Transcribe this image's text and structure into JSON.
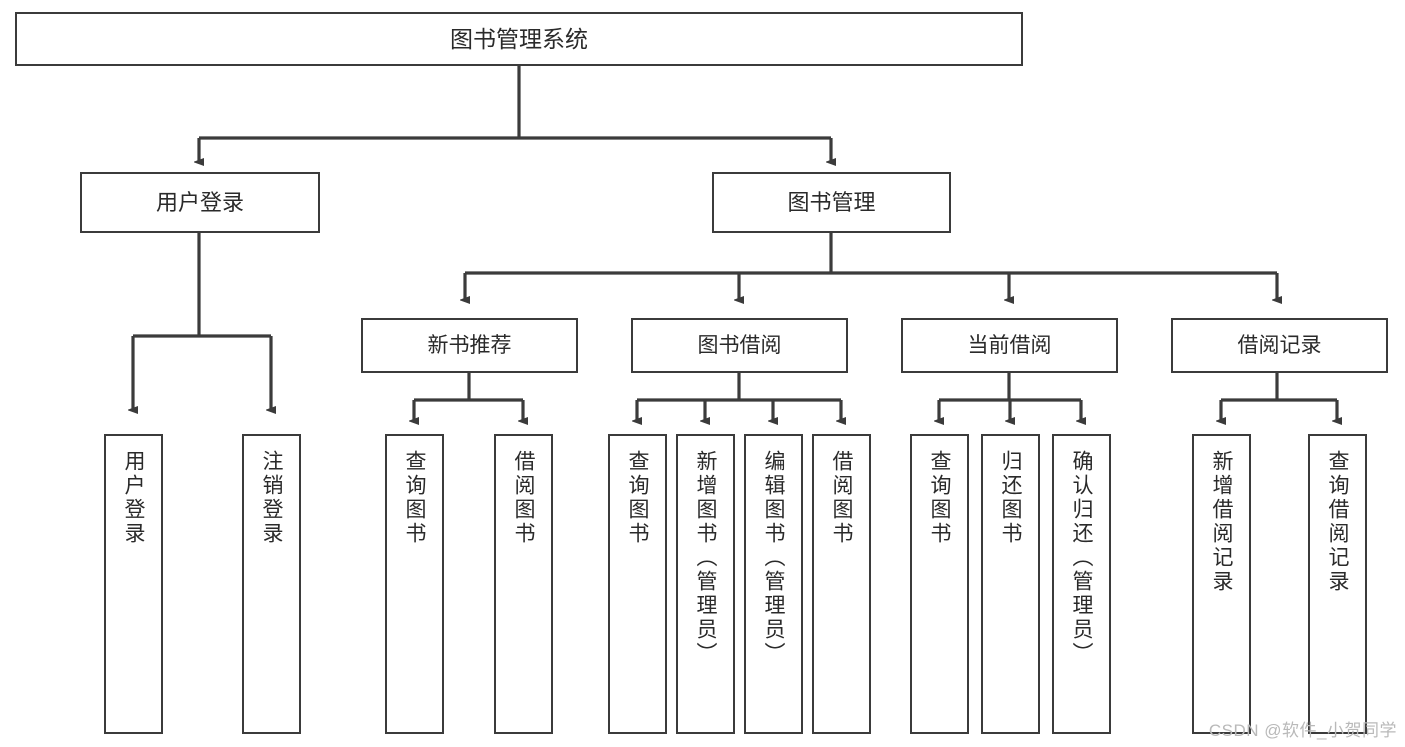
{
  "diagram": {
    "type": "tree",
    "title": "图书管理系统",
    "watermark": "CSDN @软件_小贺同学",
    "colors": {
      "box_border": "#3b3b3b",
      "box_fill": "#ffffff",
      "edge": "#3b3b3b",
      "text": "#2a2a2a",
      "watermark": "#b9b9b9",
      "background": "#ffffff"
    },
    "nodes": {
      "root": {
        "label": "图书管理系统"
      },
      "level2": [
        {
          "label": "用户登录"
        },
        {
          "label": "图书管理"
        }
      ],
      "level3": [
        {
          "label": "新书推荐"
        },
        {
          "label": "图书借阅"
        },
        {
          "label": "当前借阅"
        },
        {
          "label": "借阅记录"
        }
      ],
      "leaves": {
        "user_login": [
          {
            "label": "用户登录"
          },
          {
            "label": "注销登录"
          }
        ],
        "new_book_recommend": [
          {
            "label": "查询图书"
          },
          {
            "label": "借阅图书"
          }
        ],
        "book_borrow": [
          {
            "label": "查询图书"
          },
          {
            "label": "新增图书（管理员）"
          },
          {
            "label": "编辑图书（管理员）"
          },
          {
            "label": "借阅图书"
          }
        ],
        "current_borrow": [
          {
            "label": "查询图书"
          },
          {
            "label": "归还图书"
          },
          {
            "label": "确认归还（管理员）"
          }
        ],
        "borrow_record": [
          {
            "label": "新增借阅记录"
          },
          {
            "label": "查询借阅记录"
          }
        ]
      }
    }
  }
}
